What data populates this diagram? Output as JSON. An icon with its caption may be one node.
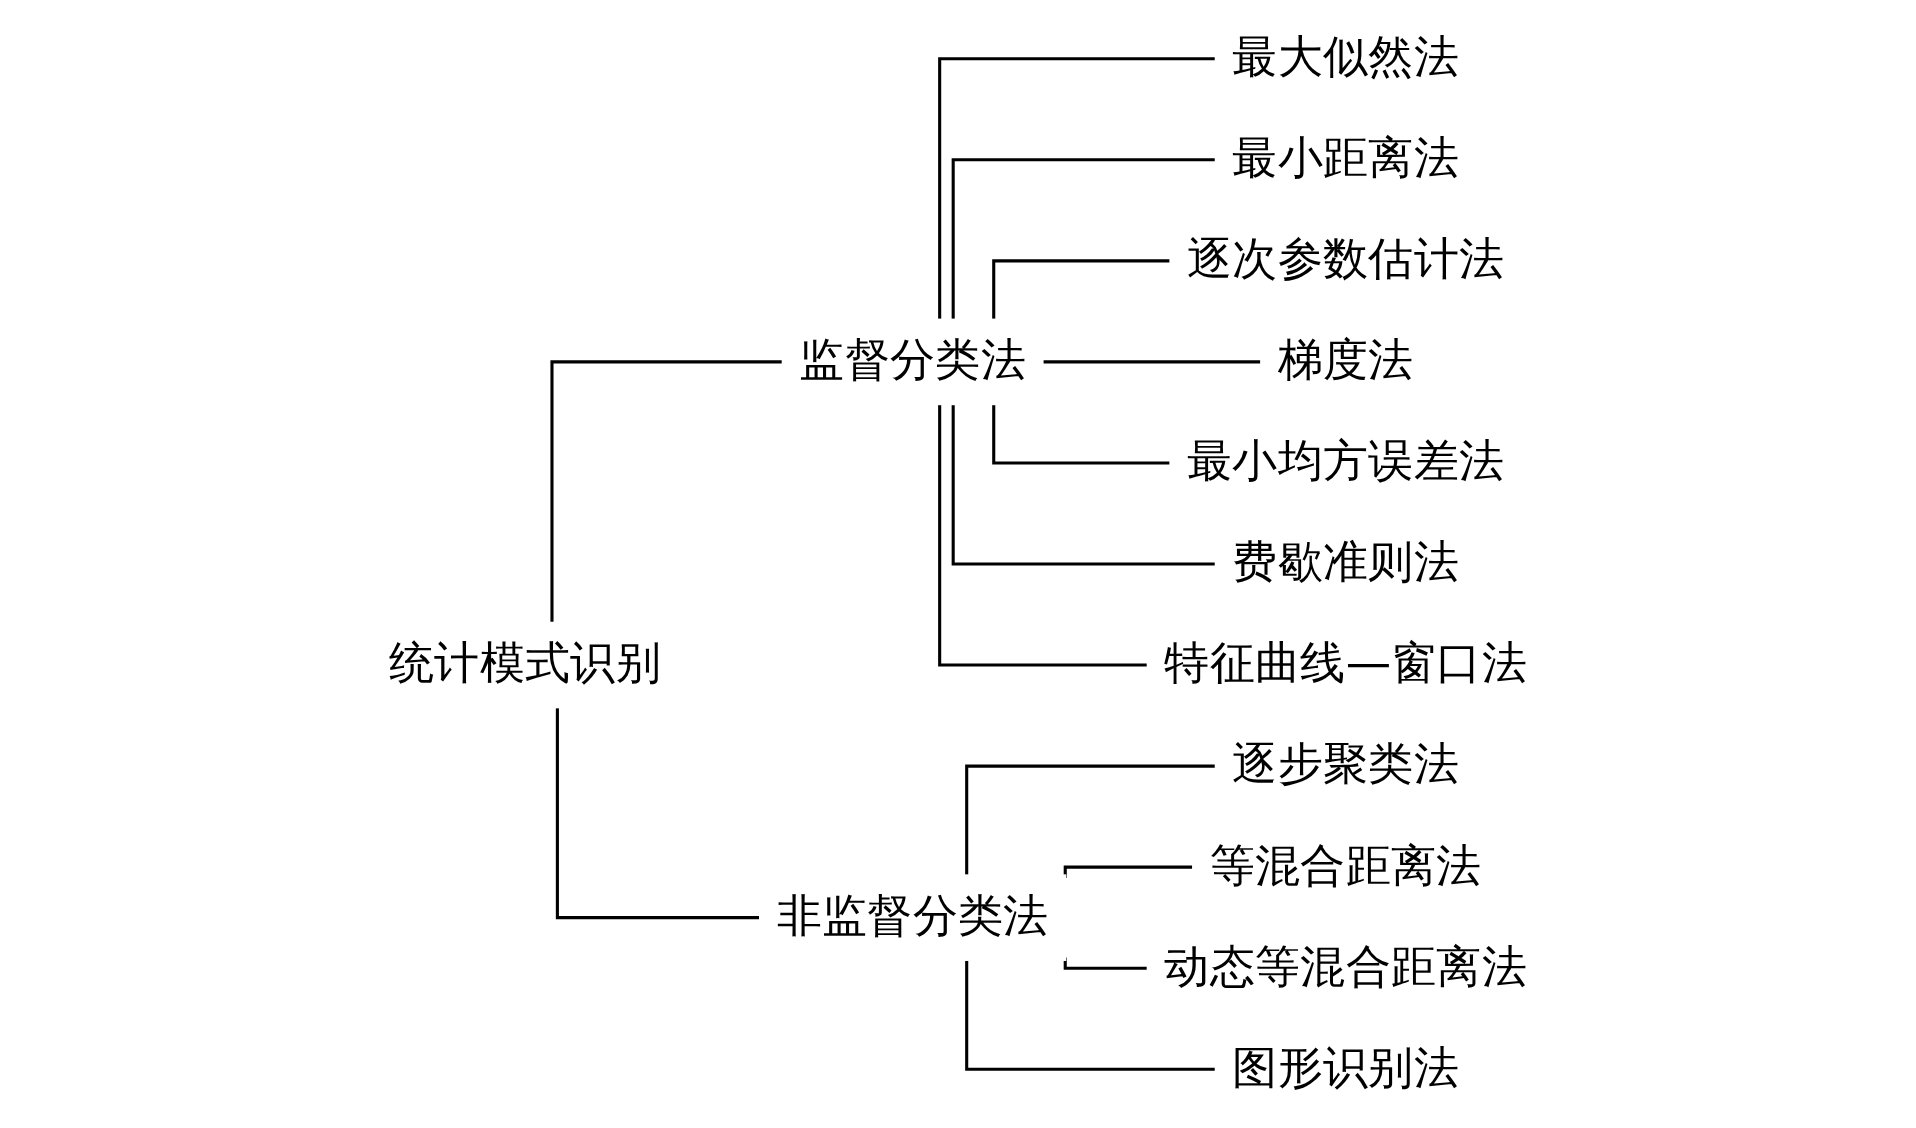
{
  "diagram": {
    "nodes": [
      {
        "text": [
          "统计模式识别"
        ]
      },
      {
        "text": [
          "监督分类法"
        ]
      },
      {
        "text": [
          "非监督分类法"
        ]
      },
      {
        "text": [
          "最大似然法"
        ]
      },
      {
        "text": [
          "最小距离法"
        ]
      },
      {
        "text": [
          "逐次参数估计法"
        ]
      },
      {
        "text": [
          "梯度法"
        ]
      },
      {
        "text": [
          "最小均方误差法"
        ]
      },
      {
        "text": [
          "费歇准则法"
        ]
      },
      {
        "text": [
          "特征曲线—窗口法"
        ]
      },
      {
        "text": [
          "逐步聚类法"
        ]
      },
      {
        "text": [
          "等混合距离法"
        ]
      },
      {
        "text": [
          "动态等混合距离法"
        ]
      },
      {
        "text": [
          "图形识别法"
        ]
      }
    ],
    "edges": [
      {
        "from": 0,
        "to": 1,
        "arrow": "none"
      },
      {
        "from": 0,
        "to": 2,
        "arrow": "none"
      },
      {
        "from": 1,
        "to": 3,
        "arrow": "none"
      },
      {
        "from": 1,
        "to": 4,
        "arrow": "none"
      },
      {
        "from": 1,
        "to": 5,
        "arrow": "none"
      },
      {
        "from": 1,
        "to": 6,
        "arrow": "none"
      },
      {
        "from": 1,
        "to": 7,
        "arrow": "none"
      },
      {
        "from": 1,
        "to": 8,
        "arrow": "none"
      },
      {
        "from": 1,
        "to": 9,
        "arrow": "none"
      },
      {
        "from": 2,
        "to": 10,
        "arrow": "none"
      },
      {
        "from": 2,
        "to": 11,
        "arrow": "none"
      },
      {
        "from": 2,
        "to": 12,
        "arrow": "none"
      },
      {
        "from": 2,
        "to": 13,
        "arrow": "none"
      }
    ]
  }
}
